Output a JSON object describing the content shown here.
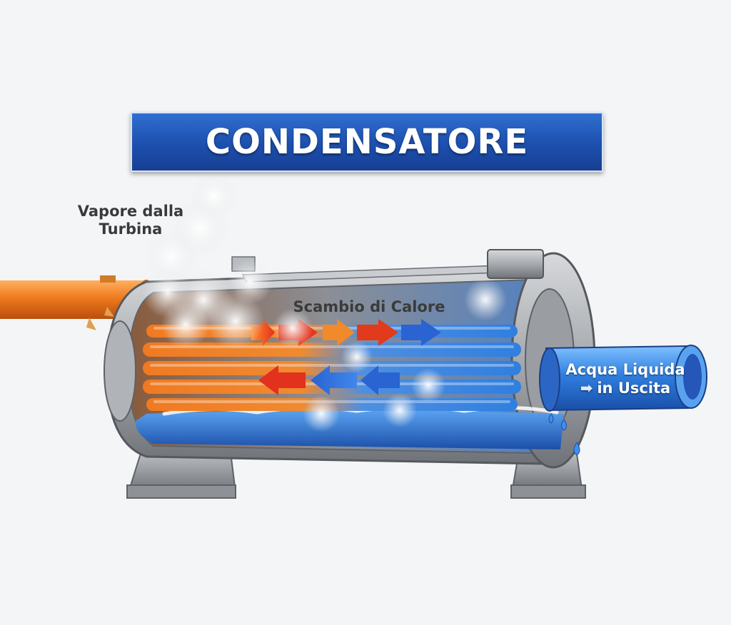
{
  "title": "CONDENSATORE",
  "labels": {
    "steam_inlet_line1": "Vapore dalla",
    "steam_inlet_line2": "Turbina",
    "heat_exchange": "Scambio di Calore",
    "outlet_line1": "Acqua Liquida",
    "outlet_line2": "in Uscita"
  },
  "icons": {
    "outlet_arrow": "arrow-right-icon"
  },
  "colors": {
    "banner": "#1f55b5",
    "steam_pipe": "#e8761e",
    "hot_tube": "#f07a22",
    "cold_tube": "#2f7fe0",
    "water": "#2a6fd6",
    "steel": "#a9acb0",
    "hot_arrow": "#e8361e",
    "cold_arrow": "#2a63d2"
  }
}
